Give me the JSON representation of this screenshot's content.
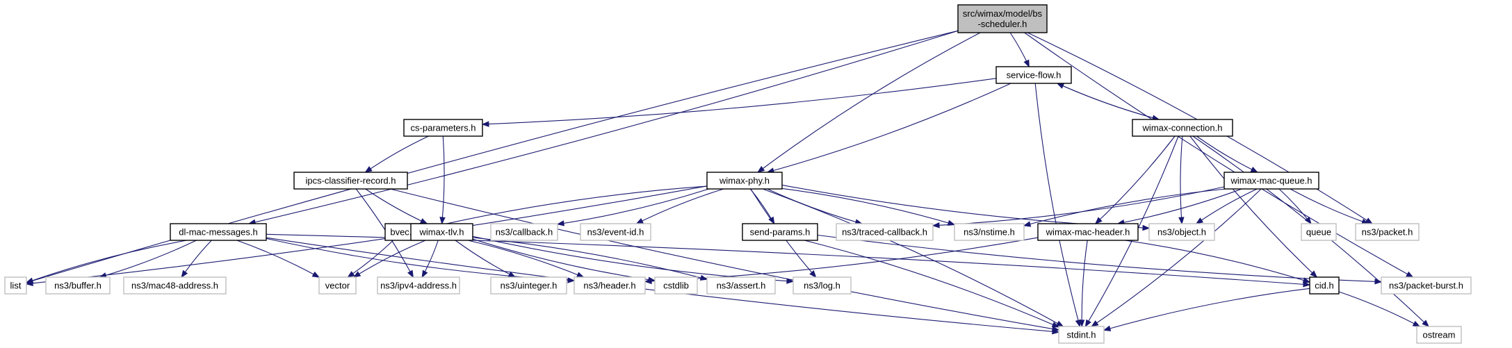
{
  "colors": {
    "edge": "#191970",
    "root_fill": "#bfbfbf",
    "root_stroke": "#000000",
    "documented_stroke": "#000000",
    "external_stroke": "#bfbfbf",
    "fill": "#ffffff"
  },
  "nodes": [
    {
      "id": "root",
      "lines": [
        "src/wimax/model/bs",
        "-scheduler.h"
      ],
      "kind": "root"
    },
    {
      "id": "service_flow",
      "lines": [
        "service-flow.h"
      ],
      "kind": "documented"
    },
    {
      "id": "cs_parameters",
      "lines": [
        "cs-parameters.h"
      ],
      "kind": "documented"
    },
    {
      "id": "wimax_connection",
      "lines": [
        "wimax-connection.h"
      ],
      "kind": "documented"
    },
    {
      "id": "ipcs",
      "lines": [
        "ipcs-classifier-record.h"
      ],
      "kind": "documented"
    },
    {
      "id": "wimax_phy",
      "lines": [
        "wimax-phy.h"
      ],
      "kind": "documented"
    },
    {
      "id": "wimax_mac_queue",
      "lines": [
        "wimax-mac-queue.h"
      ],
      "kind": "documented"
    },
    {
      "id": "dl_mac",
      "lines": [
        "dl-mac-messages.h"
      ],
      "kind": "documented"
    },
    {
      "id": "bvec",
      "lines": [
        "bvec.h"
      ],
      "kind": "documented"
    },
    {
      "id": "wimax_tlv",
      "lines": [
        "wimax-tlv.h"
      ],
      "kind": "documented"
    },
    {
      "id": "callback",
      "lines": [
        "ns3/callback.h"
      ],
      "kind": "external"
    },
    {
      "id": "event_id",
      "lines": [
        "ns3/event-id.h"
      ],
      "kind": "external"
    },
    {
      "id": "send_params",
      "lines": [
        "send-params.h"
      ],
      "kind": "documented"
    },
    {
      "id": "traced_callback",
      "lines": [
        "ns3/traced-callback.h"
      ],
      "kind": "external"
    },
    {
      "id": "nstime",
      "lines": [
        "ns3/nstime.h"
      ],
      "kind": "external"
    },
    {
      "id": "wimax_mac_header",
      "lines": [
        "wimax-mac-header.h"
      ],
      "kind": "documented"
    },
    {
      "id": "object",
      "lines": [
        "ns3/object.h"
      ],
      "kind": "external"
    },
    {
      "id": "queue",
      "lines": [
        "queue"
      ],
      "kind": "external"
    },
    {
      "id": "packet",
      "lines": [
        "ns3/packet.h"
      ],
      "kind": "external"
    },
    {
      "id": "list",
      "lines": [
        "list"
      ],
      "kind": "external"
    },
    {
      "id": "buffer",
      "lines": [
        "ns3/buffer.h"
      ],
      "kind": "external"
    },
    {
      "id": "mac48",
      "lines": [
        "ns3/mac48-address.h"
      ],
      "kind": "external"
    },
    {
      "id": "vector",
      "lines": [
        "vector"
      ],
      "kind": "external"
    },
    {
      "id": "ipv4",
      "lines": [
        "ns3/ipv4-address.h"
      ],
      "kind": "external"
    },
    {
      "id": "uinteger",
      "lines": [
        "ns3/uinteger.h"
      ],
      "kind": "external"
    },
    {
      "id": "header",
      "lines": [
        "ns3/header.h"
      ],
      "kind": "external"
    },
    {
      "id": "cstdlib",
      "lines": [
        "cstdlib"
      ],
      "kind": "external"
    },
    {
      "id": "assert",
      "lines": [
        "ns3/assert.h"
      ],
      "kind": "external"
    },
    {
      "id": "log",
      "lines": [
        "ns3/log.h"
      ],
      "kind": "external"
    },
    {
      "id": "cid",
      "lines": [
        "cid.h"
      ],
      "kind": "documented"
    },
    {
      "id": "packet_burst",
      "lines": [
        "ns3/packet-burst.h"
      ],
      "kind": "external"
    },
    {
      "id": "stdint",
      "lines": [
        "stdint.h"
      ],
      "kind": "external"
    },
    {
      "id": "ostream",
      "lines": [
        "ostream"
      ],
      "kind": "external"
    }
  ],
  "edges": [
    [
      "root",
      "service_flow"
    ],
    [
      "root",
      "list"
    ],
    [
      "root",
      "dl_mac"
    ],
    [
      "root",
      "wimax_phy"
    ],
    [
      "root",
      "packet"
    ],
    [
      "root",
      "packet_burst"
    ],
    [
      "service_flow",
      "cs_parameters"
    ],
    [
      "service_flow",
      "wimax_connection"
    ],
    [
      "service_flow",
      "wimax_phy"
    ],
    [
      "service_flow",
      "stdint"
    ],
    [
      "wimax_connection",
      "service_flow"
    ],
    [
      "wimax_connection",
      "wimax_mac_queue"
    ],
    [
      "wimax_connection",
      "wimax_mac_header"
    ],
    [
      "wimax_connection",
      "object"
    ],
    [
      "wimax_connection",
      "stdint"
    ],
    [
      "wimax_connection",
      "cid"
    ],
    [
      "wimax_connection",
      "ostream"
    ],
    [
      "cs_parameters",
      "ipcs"
    ],
    [
      "cs_parameters",
      "wimax_tlv"
    ],
    [
      "ipcs",
      "wimax_tlv"
    ],
    [
      "ipcs",
      "ipv4"
    ],
    [
      "ipcs",
      "stdint"
    ],
    [
      "wimax_phy",
      "list"
    ],
    [
      "wimax_phy",
      "bvec"
    ],
    [
      "wimax_phy",
      "callback"
    ],
    [
      "wimax_phy",
      "event_id"
    ],
    [
      "wimax_phy",
      "send_params"
    ],
    [
      "wimax_phy",
      "traced_callback"
    ],
    [
      "wimax_phy",
      "nstime"
    ],
    [
      "wimax_phy",
      "object"
    ],
    [
      "wimax_phy",
      "stdint"
    ],
    [
      "wimax_phy",
      "log"
    ],
    [
      "wimax_mac_queue",
      "traced_callback"
    ],
    [
      "wimax_mac_queue",
      "nstime"
    ],
    [
      "wimax_mac_queue",
      "wimax_mac_header"
    ],
    [
      "wimax_mac_queue",
      "object"
    ],
    [
      "wimax_mac_queue",
      "queue"
    ],
    [
      "wimax_mac_queue",
      "packet"
    ],
    [
      "wimax_mac_queue",
      "stdint"
    ],
    [
      "dl_mac",
      "list"
    ],
    [
      "dl_mac",
      "buffer"
    ],
    [
      "dl_mac",
      "mac48"
    ],
    [
      "dl_mac",
      "vector"
    ],
    [
      "dl_mac",
      "header"
    ],
    [
      "dl_mac",
      "cid"
    ],
    [
      "dl_mac",
      "stdint"
    ],
    [
      "bvec",
      "vector"
    ],
    [
      "wimax_tlv",
      "vector"
    ],
    [
      "wimax_tlv",
      "ipv4"
    ],
    [
      "wimax_tlv",
      "uinteger"
    ],
    [
      "wimax_tlv",
      "header"
    ],
    [
      "wimax_tlv",
      "cstdlib"
    ],
    [
      "wimax_tlv",
      "assert"
    ],
    [
      "wimax_tlv",
      "log"
    ],
    [
      "send_params",
      "stdint"
    ],
    [
      "send_params",
      "packet_burst"
    ],
    [
      "wimax_mac_header",
      "header"
    ],
    [
      "wimax_mac_header",
      "stdint"
    ],
    [
      "wimax_mac_header",
      "cid"
    ],
    [
      "cid",
      "stdint"
    ],
    [
      "cid",
      "ostream"
    ]
  ]
}
